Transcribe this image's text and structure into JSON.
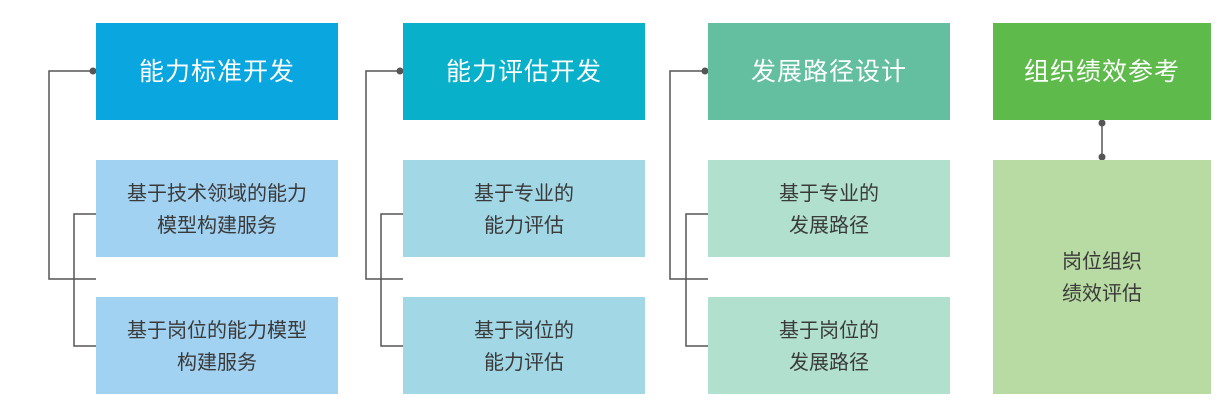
{
  "columns": [
    {
      "header": "能力标准开发",
      "items": [
        "基于技术领域的能力\n模型构建服务",
        "基于岗位的能力模型\n构建服务"
      ]
    },
    {
      "header": "能力评估开发",
      "items": [
        "基于专业的\n能力评估",
        "基于岗位的\n能力评估"
      ]
    },
    {
      "header": "发展路径设计",
      "items": [
        "基于专业的\n发展路径",
        "基于岗位的\n发展路径"
      ]
    },
    {
      "header": "组织绩效参考",
      "items": [
        "岗位组织\n绩效评估"
      ]
    }
  ],
  "colors": {
    "column_1_header": "#0aa6e0",
    "column_1_item": "#a2d2f1",
    "column_2_header": "#09b0c9",
    "column_2_item": "#a2d8e6",
    "column_3_header": "#63bf9f",
    "column_3_item": "#b2e0cf",
    "column_4_header": "#5dba4b",
    "column_4_item": "#b8dba3",
    "connector": "#555555"
  }
}
